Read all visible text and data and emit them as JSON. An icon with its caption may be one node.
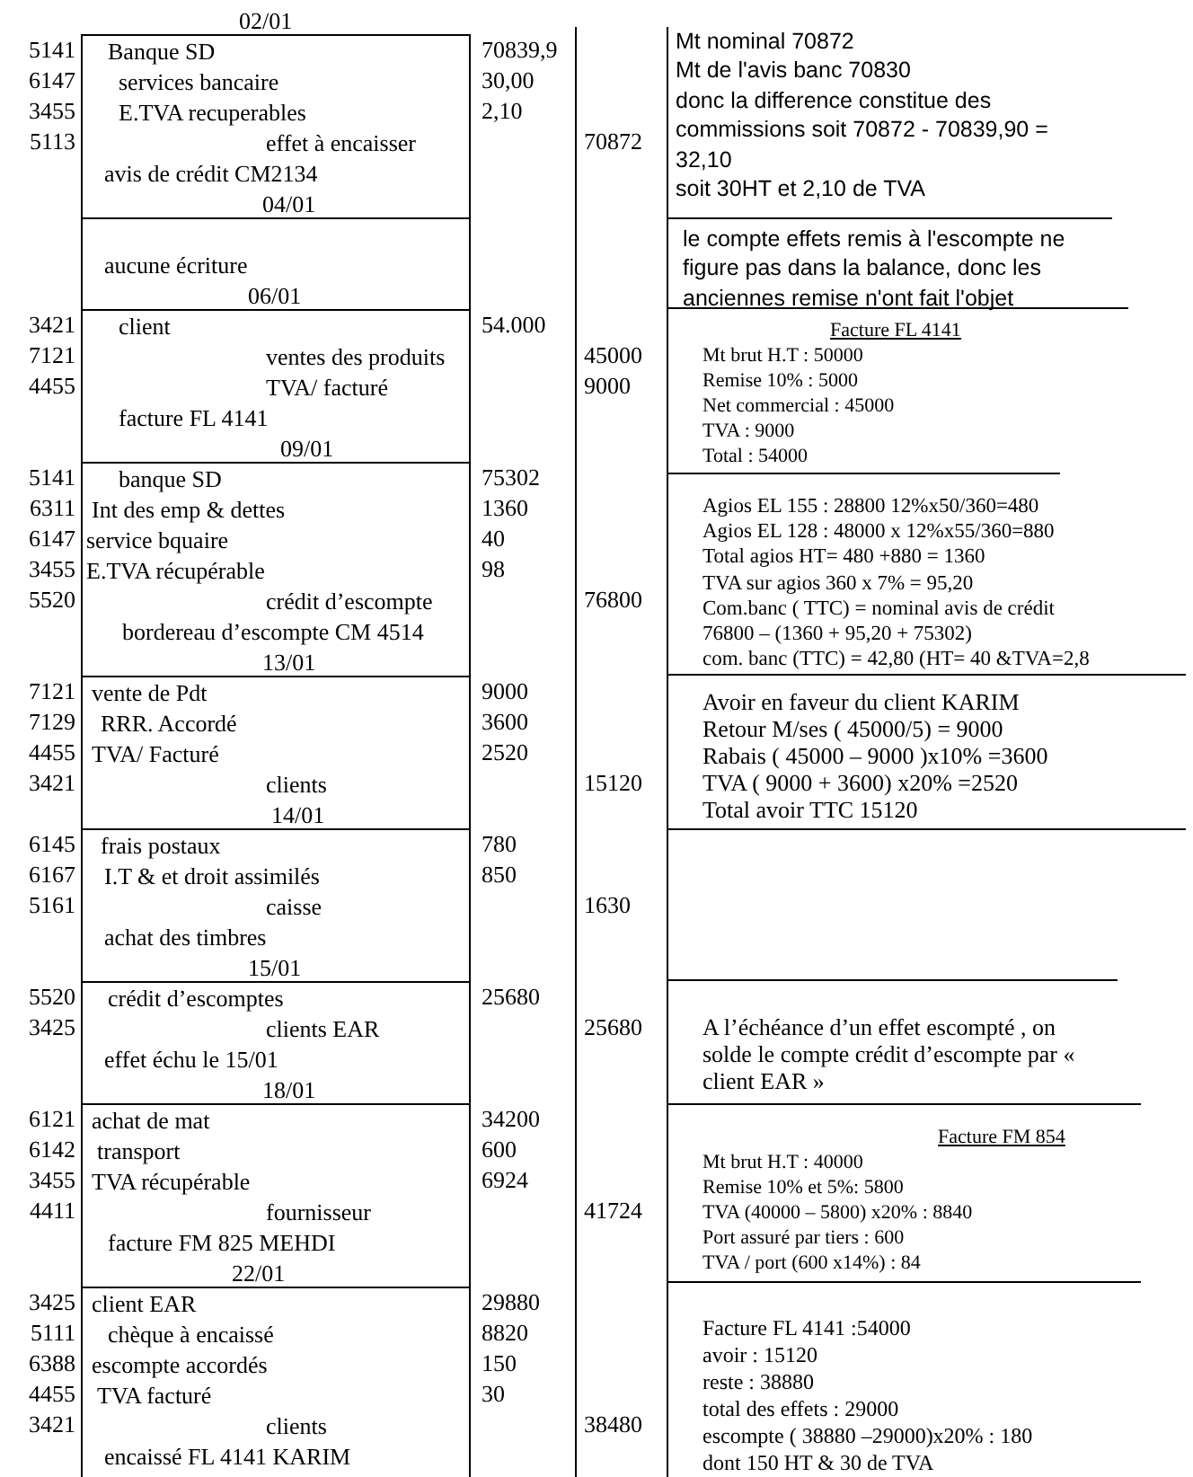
{
  "diagram": {
    "nodes": [
      {
        "text": [
          "02/01",
          "Banque SD",
          "services bancaire",
          "E.TVA recuperables",
          "effet à encaisser",
          "avis de crédit CM2134",
          "04/01"
        ]
      },
      {
        "text": [
          "aucune écriture",
          "06/01"
        ]
      },
      {
        "text": [
          "client",
          "ventes des produits",
          "TVA/ facturé",
          "facture FL 4141",
          "09/01"
        ]
      },
      {
        "text": [
          "banque SD",
          "Int des emp & dettes",
          "service bquaire",
          "E.TVA récupérable",
          "crédit d’escompte",
          "bordereau d’escompte CM 4514",
          "13/01"
        ]
      },
      {
        "text": [
          "vente de Pdt",
          "RRR. Accordé",
          "TVA/ Facturé",
          "clients",
          "14/01"
        ]
      },
      {
        "text": [
          "frais postaux",
          "I.T & et droit assimilés",
          "caisse",
          "achat des timbres",
          "15/01"
        ]
      },
      {
        "text": [
          "crédit d’escomptes",
          "clients EAR",
          "effet échu le 15/01",
          "18/01"
        ]
      },
      {
        "text": [
          "achat de mat",
          "transport",
          "TVA récupérable",
          "fournisseur",
          "facture FM 825 MEHDI",
          "22/01"
        ]
      },
      {
        "text": [
          "client EAR",
          "chèque à encaissé",
          "escompte accordés",
          "TVA facturé",
          "clients",
          "encaissé FL 4141 KARIM"
        ]
      },
      {
        "text": [
          "Mt nominal 70872",
          "Mt de l'avis banc 70830",
          "donc la difference constitue des commissions soit 70872 - 70839,90 = 32,10",
          "soit 30HT et 2,10 de TVA"
        ]
      },
      {
        "text": [
          "le compte effets remis à l'escompte ne figure pas dans la balance, donc les anciennes remise n'ont fait l'objet"
        ]
      },
      {
        "text": [
          "Facture FL 4141",
          "Mt brut H.T : 50000",
          "Remise 10% : 5000",
          "Net commercial : 45000",
          "TVA : 9000",
          "Total : 54000"
        ]
      },
      {
        "text": [
          "Agios EL 155 : 28800 12%x50/360=480",
          "Agios EL 128 : 48000 x 12%x55/360=880",
          "Total agios HT= 480 +880 = 1360",
          "TVA sur agios 360 x 7% = 95,20",
          "Com.banc ( TTC) = nominal avis de crédit",
          "76800 – (1360 + 95,20 + 75302)",
          "com. banc (TTC) = 42,80 (HT= 40 &TVA=2,8"
        ]
      },
      {
        "text": [
          "Avoir en faveur du client KARIM",
          "Retour M/ses ( 45000/5) = 9000",
          "Rabais ( 45000 – 9000 )x10% =3600",
          "TVA ( 9000 + 3600) x20% =2520",
          "Total avoir TTC 15120"
        ]
      },
      {
        "text": [
          "A l’échéance d’un effet escompté , on solde le compte crédit d’escompte par « client EAR »"
        ]
      },
      {
        "text": [
          "Facture FM 854",
          "Mt brut H.T : 40000",
          "Remise 10% et 5%: 5800",
          "TVA (40000 – 5800) x20% : 8840",
          "Port assuré par tiers : 600",
          "TVA / port (600 x14%) : 84"
        ]
      },
      {
        "text": [
          "Facture FL 4141 :54000",
          "avoir : 15120",
          "reste : 38880",
          "total des effets : 29000",
          "escompte ( 38880 –29000)x20% : 180",
          "dont 150 HT & 30 de TVA"
        ]
      }
    ],
    "labels": [
      "5141",
      "70839,9",
      "6147",
      "30,00",
      "3455",
      "2,10",
      "5113",
      "70872",
      "3421",
      "54.000",
      "7121",
      "45000",
      "4455",
      "9000",
      "5141",
      "75302",
      "6311",
      "1360",
      "6147",
      "40",
      "3455",
      "98",
      "5520",
      "76800",
      "7121",
      "9000",
      "7129",
      "3600",
      "4455",
      "2520",
      "3421",
      "15120",
      "6145",
      "780",
      "6167",
      "850",
      "5161",
      "1630",
      "5520",
      "25680",
      "3425",
      "25680",
      "6121",
      "34200",
      "6142",
      "600",
      "3455",
      "6924",
      "4411",
      "41724",
      "3425",
      "29880",
      "5111",
      "8820",
      "6388",
      "150",
      "4455",
      "30",
      "3421",
      "38480"
    ]
  }
}
